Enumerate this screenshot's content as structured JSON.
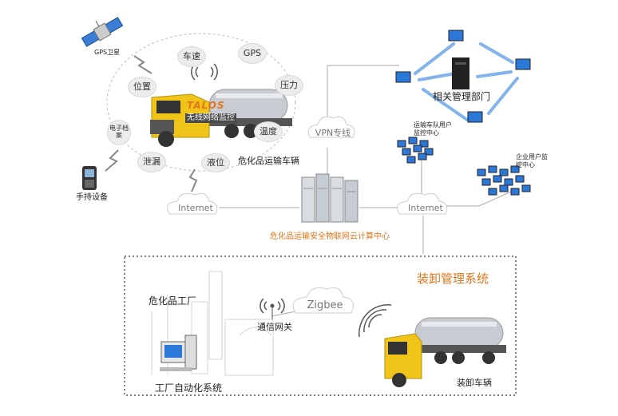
{
  "vehicle": {
    "caption": "危化品运输车辆",
    "brand": "TALOS",
    "subtitle": "无线网络监控",
    "bubbles": [
      "车速",
      "GPS",
      "位置",
      "压力",
      "温度",
      "电子档案",
      "泄漏",
      "液位"
    ]
  },
  "gps": {
    "label": "GPS卫星"
  },
  "handheld": {
    "label": "手持设备"
  },
  "network": {
    "vpn": "VPN专线",
    "internet_left": "Internet",
    "internet_right": "Internet",
    "zigbee": "Zigbee"
  },
  "departments": {
    "label": "相关管理部门"
  },
  "fleet_center": {
    "label": "运输车队用户监控中心"
  },
  "enterprise_center": {
    "label": "企业用户监控中心"
  },
  "datacenter": {
    "label": "危化品运输安全物联网云计算中心"
  },
  "loading": {
    "title": "装卸管理系统",
    "factory": "危化品工厂",
    "gateway": "通信网关",
    "automation": "工厂自动化系统",
    "unload_vehicle": "装卸车辆"
  },
  "colors": {
    "accent": "#e2761c",
    "link": "#6ea6e8",
    "cab": "#f0c419",
    "tank": "#c8ccd2"
  }
}
